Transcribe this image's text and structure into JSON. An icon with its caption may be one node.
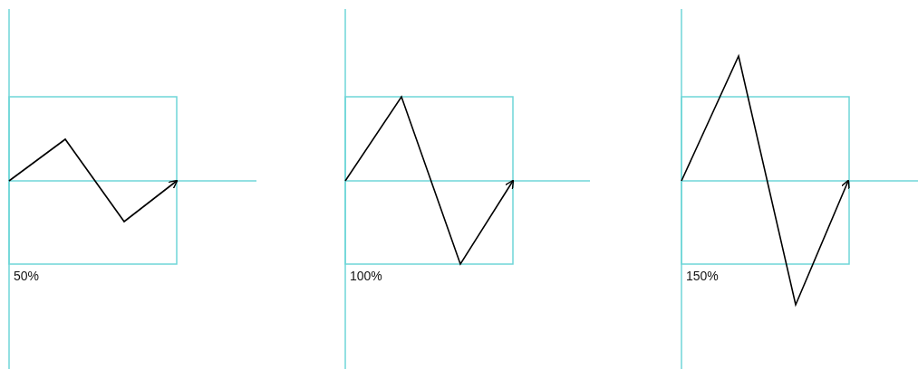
{
  "diagram": {
    "labels": [
      "50%",
      "100%",
      "150%"
    ]
  }
}
